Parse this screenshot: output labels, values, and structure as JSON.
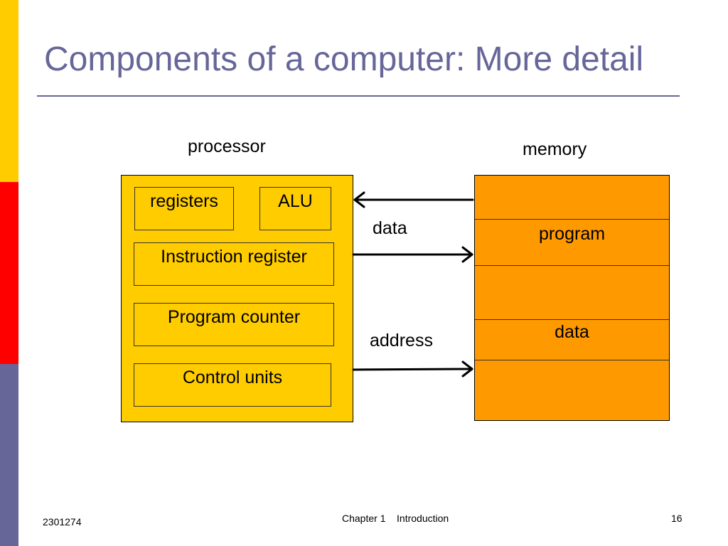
{
  "slide": {
    "title": "Components of a computer: More detail"
  },
  "diagram": {
    "processor_label": "processor",
    "memory_label": "memory",
    "processor_boxes": {
      "registers": "registers",
      "alu": "ALU",
      "instruction_register": "Instruction register",
      "program_counter": "Program counter",
      "control_units": "Control units"
    },
    "memory_sections": {
      "program": "program",
      "data": "data"
    },
    "bus_labels": {
      "data": "data",
      "address": "address"
    }
  },
  "footer": {
    "code": "2301274",
    "chapter": "Chapter 1    Introduction",
    "page": "16"
  },
  "colors": {
    "accent": "#666699",
    "processor_fill": "#ffcc00",
    "memory_fill": "#ff9900",
    "strip_yellow": "#ffcc00",
    "strip_red": "#ff0000",
    "strip_blue": "#666699"
  }
}
